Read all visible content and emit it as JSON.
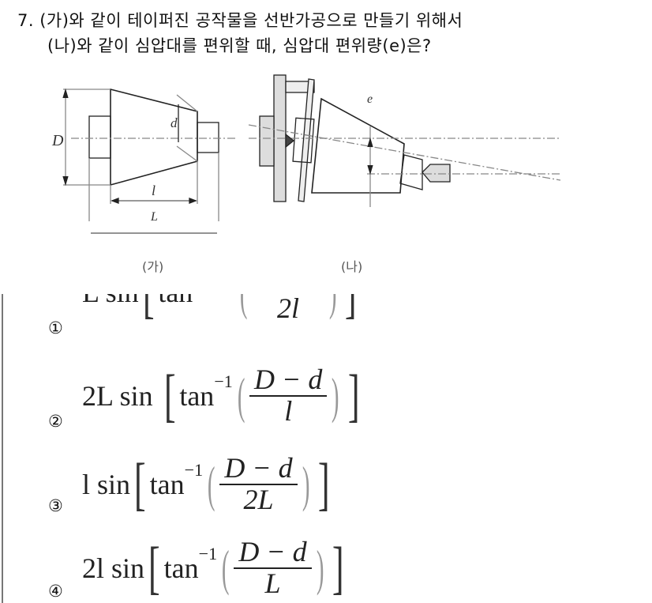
{
  "question": {
    "line1": "7. (가)와 같이 테이퍼진 공작물을 선반가공으로 만들기 위해서",
    "line2": "(나)와 같이 심압대를 편위할 때, 심압대 편위량(e)은?"
  },
  "figure": {
    "left_caption": "(가)",
    "right_caption": "(나)",
    "labels": {
      "D": "D",
      "d": "d",
      "l": "l",
      "L": "L",
      "e": "e"
    }
  },
  "options": [
    {
      "number": "①",
      "prefix": "L sin",
      "func": "tan",
      "numerator": "",
      "denominator": "2l"
    },
    {
      "number": "②",
      "prefix": "2L sin",
      "func": "tan",
      "exp": "−1",
      "numerator": "D − d",
      "denominator": "l"
    },
    {
      "number": "③",
      "prefix": "l sin",
      "func": "tan",
      "exp": "−1",
      "numerator": "D − d",
      "denominator": "2L"
    },
    {
      "number": "④",
      "prefix": "2l sin",
      "func": "tan",
      "exp": "−1",
      "numerator": "D − d",
      "denominator": "L"
    }
  ]
}
